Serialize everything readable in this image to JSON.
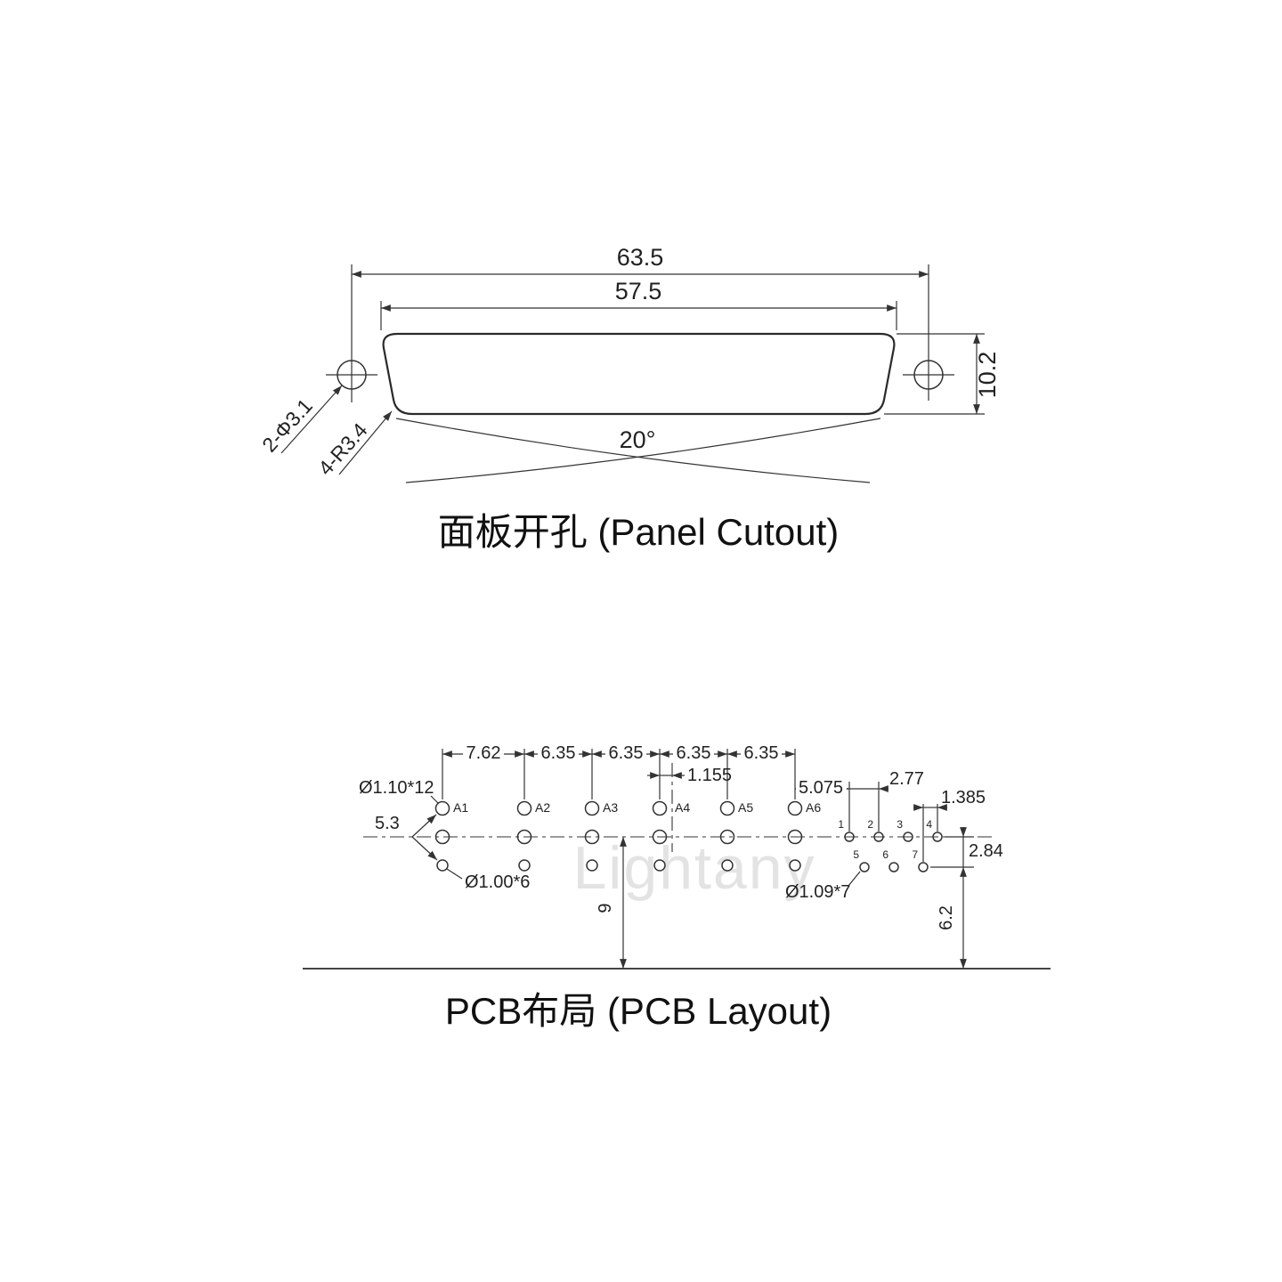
{
  "watermark": "Lightany",
  "panel": {
    "title": "面板开孔 (Panel Cutout)",
    "dim_overall": "63.5",
    "dim_opening": "57.5",
    "dim_height": "10.2",
    "dim_angle": "20°",
    "label_holes": "2-Φ3.1",
    "label_radius": "4-R3.4"
  },
  "pcb": {
    "title": "PCB布局 (PCB Layout)",
    "pitch": [
      "7.62",
      "6.35",
      "6.35",
      "6.35",
      "6.35"
    ],
    "dim_offset": "1.155",
    "dim_a6_to_pin1": "5.075",
    "dim_pin_pitch": "2.77",
    "dim_row_offset": "1.385",
    "dim_row_gap": "2.84",
    "dim_edge": "6.2",
    "dim_depth": "9",
    "dim_span": "5.3",
    "label_hole_coax": "Ø1.10*12",
    "label_hole_ground": "Ø1.00*6",
    "label_hole_pin": "Ø1.09*7",
    "coax": [
      "A1",
      "A2",
      "A3",
      "A4",
      "A5",
      "A6"
    ],
    "pins": [
      "1",
      "2",
      "3",
      "4",
      "5",
      "6",
      "7"
    ]
  }
}
